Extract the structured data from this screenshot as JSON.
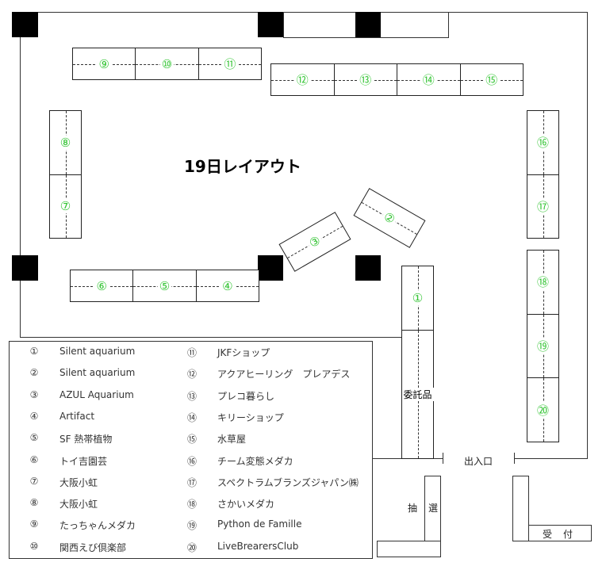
{
  "title": "19日レイアウト",
  "colors": {
    "booth_number": "#33c433",
    "wall": "#333333",
    "pillar": "#000000"
  },
  "booths": {
    "b1": "①",
    "b2": "②",
    "b3": "③",
    "b4": "④",
    "b5": "⑤",
    "b6": "⑥",
    "b7": "⑦",
    "b8": "⑧",
    "b9": "⑨",
    "b10": "⑩",
    "b11": "⑪",
    "b12": "⑫",
    "b13": "⑬",
    "b14": "⑭",
    "b15": "⑮",
    "b16": "⑯",
    "b17": "⑰",
    "b18": "⑱",
    "b19": "⑲",
    "b20": "⑳"
  },
  "labels": {
    "consignment": "委託品",
    "entrance": "出入口",
    "lottery_1": "抽",
    "lottery_2": "選",
    "reception_1": "受",
    "reception_2": "付"
  },
  "legend": [
    {
      "num": "①",
      "name": "Silent aquarium"
    },
    {
      "num": "②",
      "name": "Silent aquarium"
    },
    {
      "num": "③",
      "name": "AZUL Aquarium"
    },
    {
      "num": "④",
      "name": "Artifact"
    },
    {
      "num": "⑤",
      "name": "SF 熱帯植物"
    },
    {
      "num": "⑥",
      "name": "トイ吉園芸"
    },
    {
      "num": "⑦",
      "name": "大阪小虹"
    },
    {
      "num": "⑧",
      "name": "大阪小虹"
    },
    {
      "num": "⑨",
      "name": "たっちゃんメダカ"
    },
    {
      "num": "⑩",
      "name": "関西えび倶楽部"
    },
    {
      "num": "⑪",
      "name": "JKFショップ"
    },
    {
      "num": "⑫",
      "name": "アクアヒーリング　プレアデス"
    },
    {
      "num": "⑬",
      "name": "プレコ暮らし"
    },
    {
      "num": "⑭",
      "name": "キリーショップ"
    },
    {
      "num": "⑮",
      "name": "水草屋"
    },
    {
      "num": "⑯",
      "name": "チーム変態メダカ"
    },
    {
      "num": "⑰",
      "name": "スペクトラムブランズジャパン㈱"
    },
    {
      "num": "⑱",
      "name": "さかいメダカ"
    },
    {
      "num": "⑲",
      "name": "Python de Famille"
    },
    {
      "num": "⑳",
      "name": "LiveBrearersClub"
    }
  ]
}
